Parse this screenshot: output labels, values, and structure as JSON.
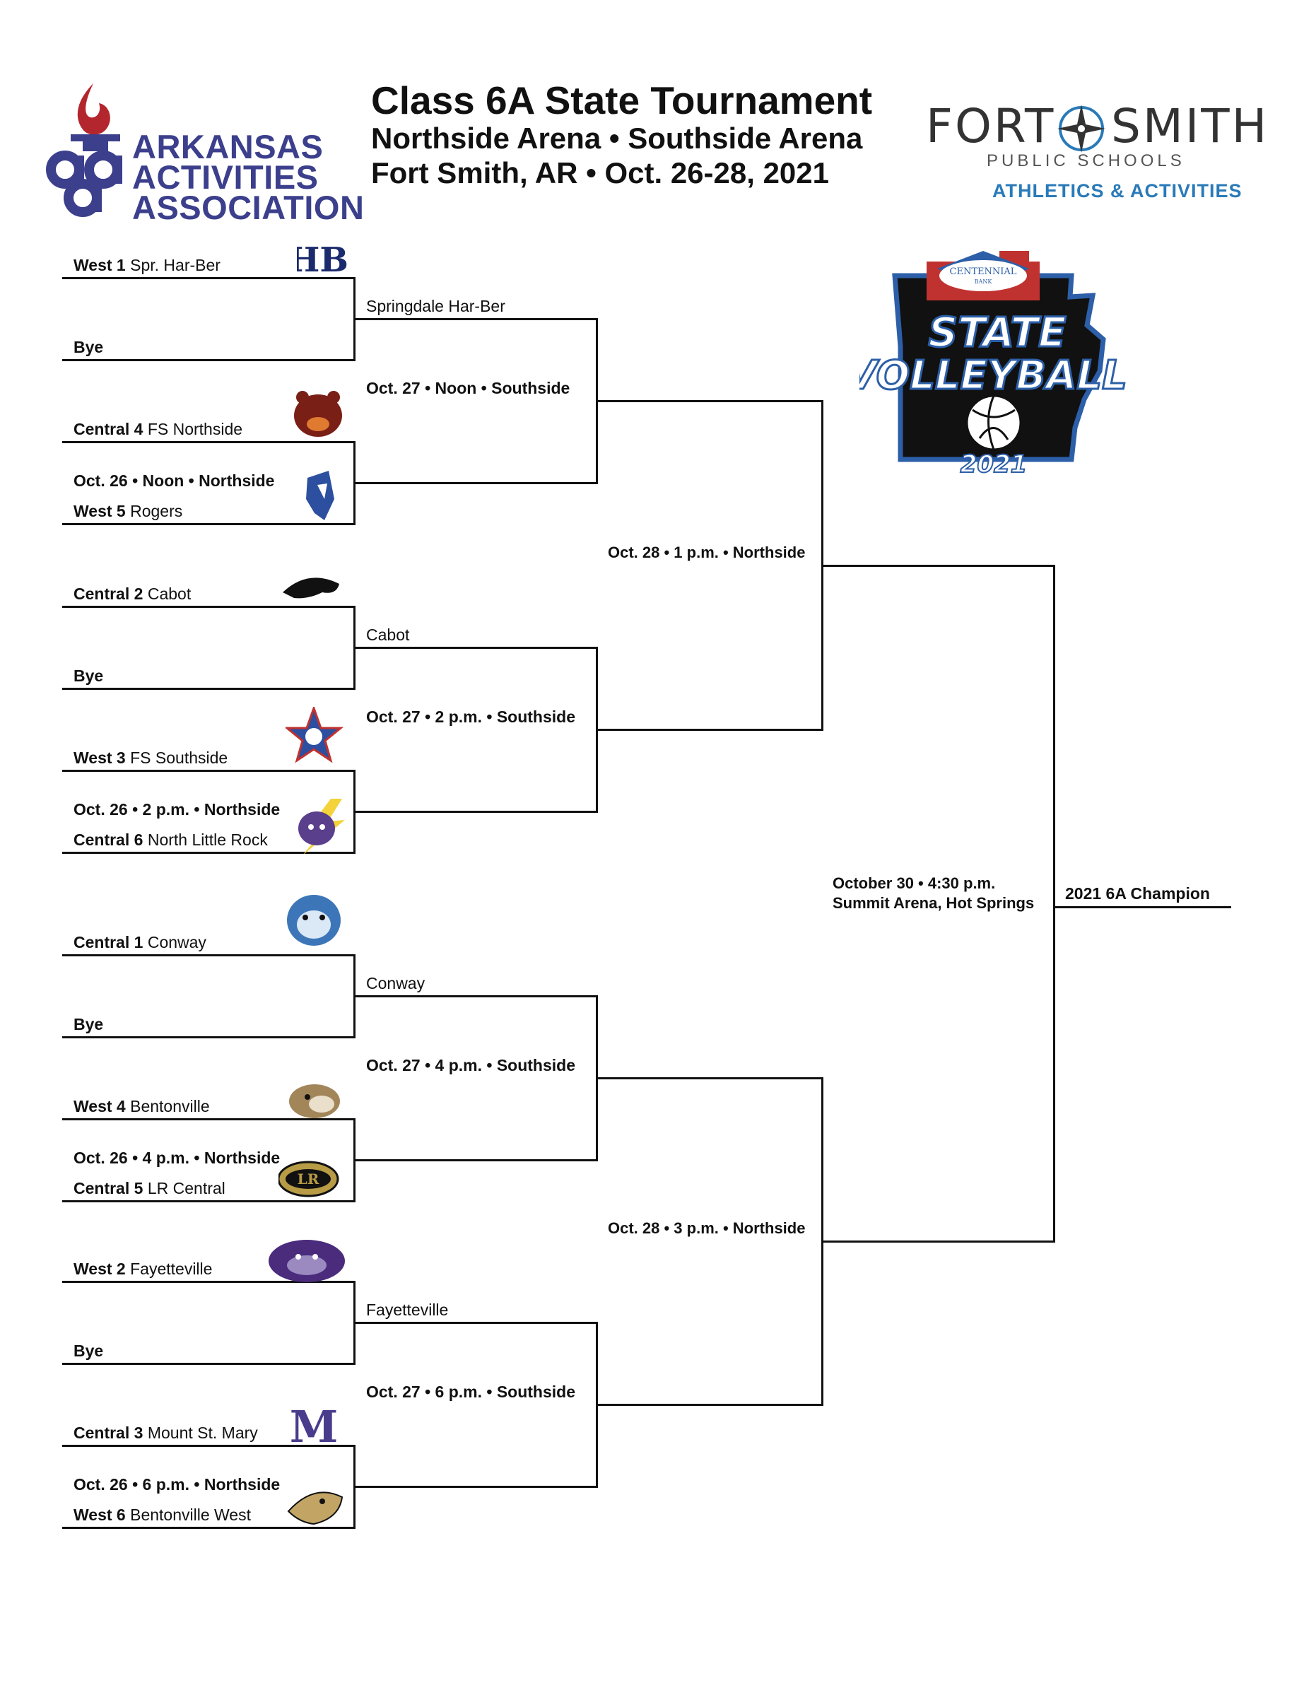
{
  "header": {
    "title": "Class 6A State Tournament",
    "subtitle": "Northside Arena • Southside Arena",
    "location_dates": "Fort Smith, AR • Oct. 26-28, 2021",
    "aaa_logo": {
      "line1": "ARKANSAS",
      "line2": "ACTIVITIES",
      "line3": "ASSOCIATION"
    },
    "fs_logo": {
      "left": "FORT",
      "right": "SMITH",
      "sub": "PUBLIC SCHOOLS",
      "athletics": "ATHLETICS & ACTIVITIES"
    },
    "volleyball_logo": {
      "bank": "CENTENNIAL",
      "bank_sub": "BANK",
      "line1": "STATE",
      "line2": "VOLLEYBALL",
      "year": "2021"
    }
  },
  "round1": [
    {
      "seed_a": "West 1",
      "team_a": "Spr. Har-Ber",
      "game": "",
      "seed_b": "Bye",
      "team_b": ""
    },
    {
      "seed_a": "Central 4",
      "team_a": "FS Northside",
      "game": "Oct. 26 • Noon • Northside",
      "seed_b": "West 5",
      "team_b": "Rogers"
    },
    {
      "seed_a": "Central 2",
      "team_a": "Cabot",
      "game": "",
      "seed_b": "Bye",
      "team_b": ""
    },
    {
      "seed_a": "West 3",
      "team_a": "FS Southside",
      "game": "Oct. 26 • 2 p.m. • Northside",
      "seed_b": "Central 6",
      "team_b": "North Little Rock"
    },
    {
      "seed_a": "Central 1",
      "team_a": "Conway",
      "game": "",
      "seed_b": "Bye",
      "team_b": ""
    },
    {
      "seed_a": "West 4",
      "team_a": "Bentonville",
      "game": "Oct. 26 • 4 p.m. • Northside",
      "seed_b": "Central 5",
      "team_b": "LR Central"
    },
    {
      "seed_a": "West 2",
      "team_a": "Fayetteville",
      "game": "",
      "seed_b": "Bye",
      "team_b": ""
    },
    {
      "seed_a": "Central 3",
      "team_a": "Mount St. Mary",
      "game": "Oct. 26 • 6 p.m. • Northside",
      "seed_b": "West 6",
      "team_b": "Bentonville West"
    }
  ],
  "round2": [
    {
      "team": "Springdale Har-Ber",
      "game": "Oct. 27 • Noon • Southside"
    },
    {
      "team": "Cabot",
      "game": "Oct. 27 • 2 p.m. • Southside"
    },
    {
      "team": "Conway",
      "game": "Oct. 27 • 4 p.m. • Southside"
    },
    {
      "team": "Fayetteville",
      "game": "Oct. 27 • 6 p.m. • Southside"
    }
  ],
  "semis": [
    {
      "game": "Oct. 28 • 1 p.m. • Northside"
    },
    {
      "game": "Oct. 28 • 3 p.m. • Northside"
    }
  ],
  "final": {
    "date": "October 30 • 4:30 p.m.",
    "venue": "Summit Arena, Hot Springs",
    "champion_label": "2021 6A Champion"
  },
  "colors": {
    "aaa_blue": "#3b3f8c",
    "aaa_red": "#b3262d",
    "fs_blue": "#2a7ab8",
    "line": "#111111"
  }
}
